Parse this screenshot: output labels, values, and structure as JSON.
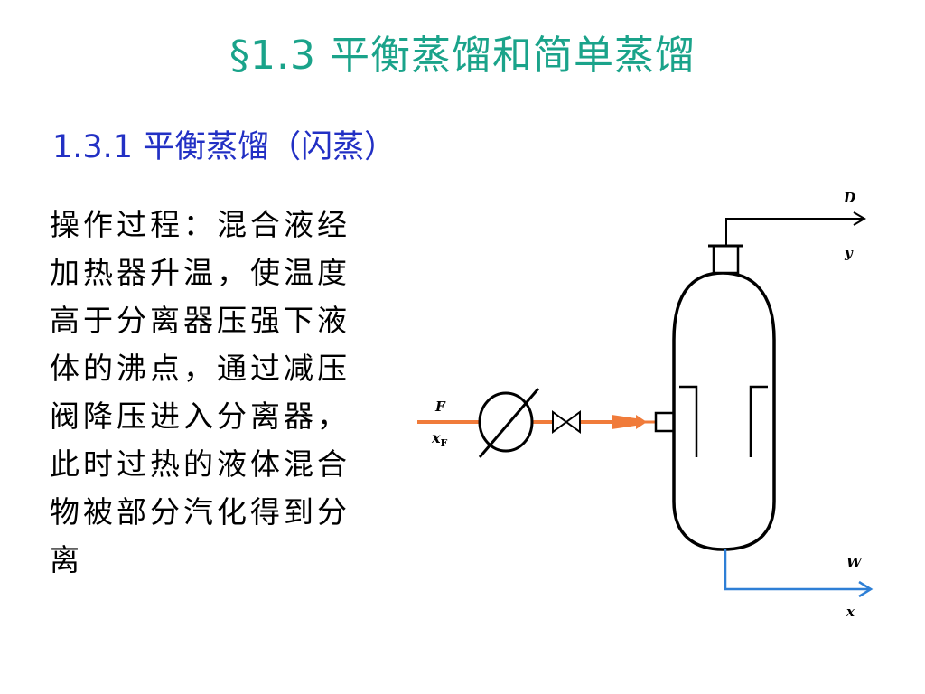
{
  "title": "§1.3 平衡蒸馏和简单蒸馏",
  "subtitle": "1.3.1 平衡蒸馏（闪蒸）",
  "body": "操作过程：混合液经加热器升温，使温度高于分离器压强下液体的沸点，通过减压阀降压进入分离器，此时过热的液体混合物被部分汽化得到分离",
  "diagram": {
    "labels": {
      "feed": "F",
      "feed_composition_var": "x",
      "feed_composition_sub": "F",
      "top_stream": "D",
      "top_composition": "y",
      "bottom_stream": "W",
      "bottom_composition": "x"
    },
    "colors": {
      "feed_line": "#f07b3a",
      "bottom_line": "#2e7fd6",
      "top_line": "#000000",
      "title": "#1aa38a",
      "subtitle": "#2230c4"
    },
    "icons": [
      "heater-icon",
      "valve-icon",
      "separator-vessel-icon"
    ]
  }
}
